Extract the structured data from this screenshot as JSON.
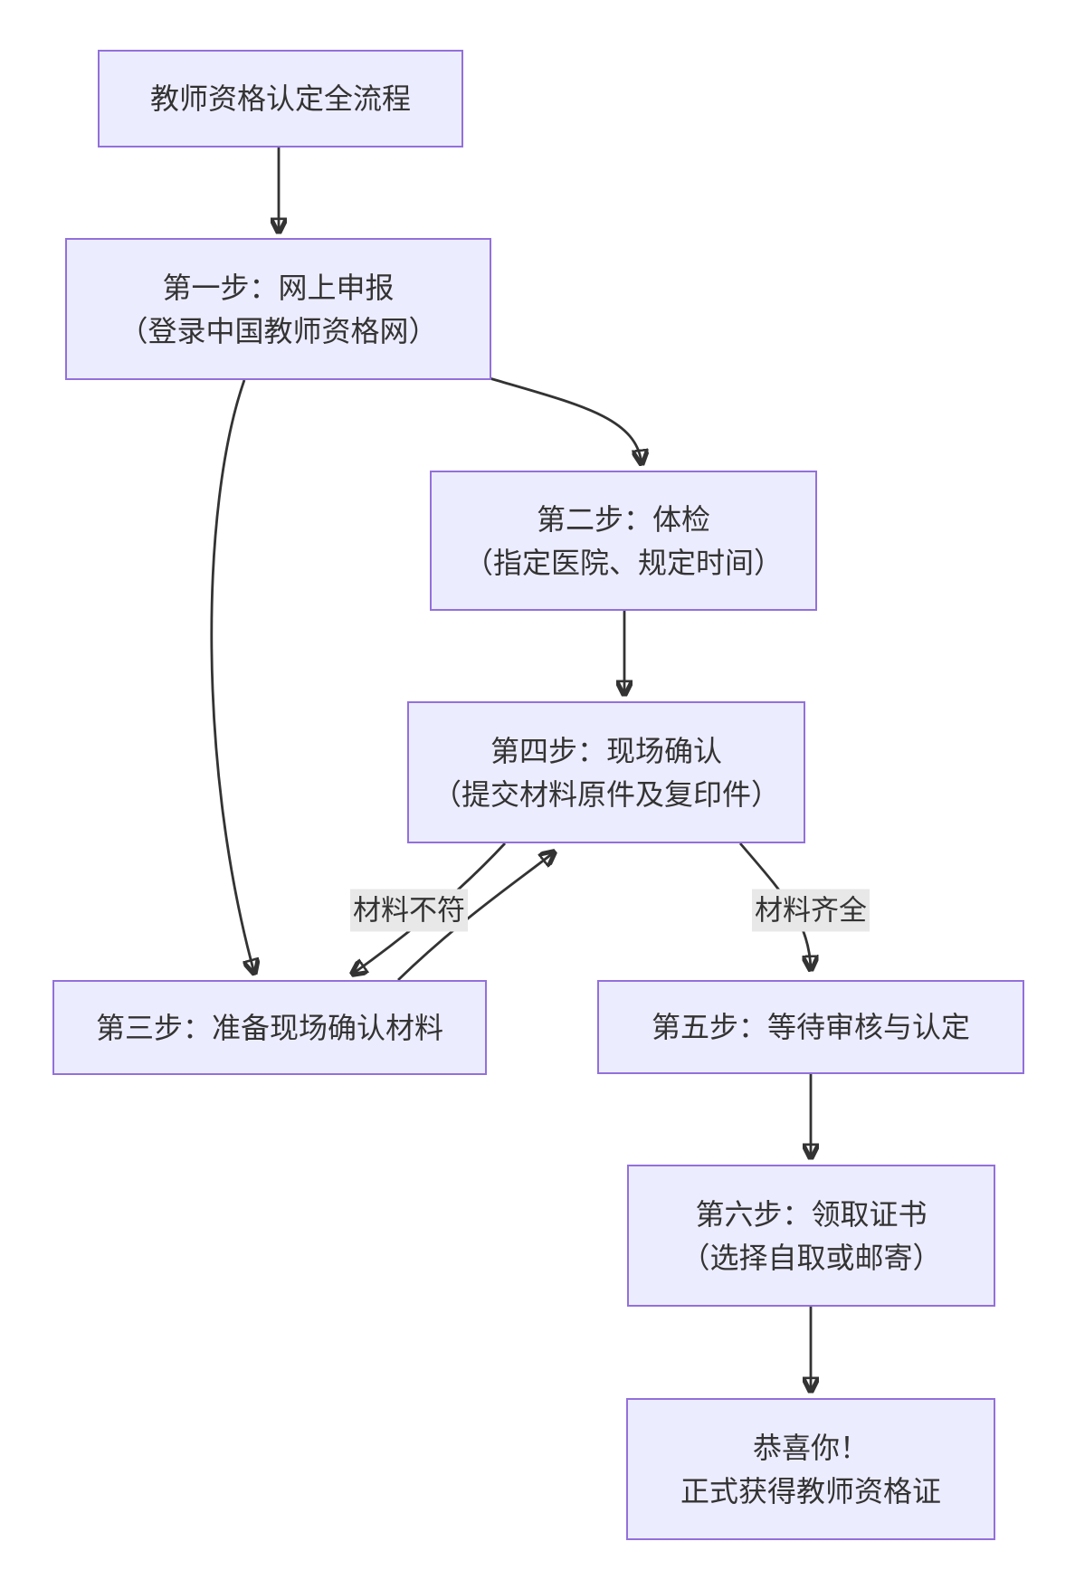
{
  "diagram": {
    "type": "flowchart",
    "direction": "top-down",
    "background": "#ffffff"
  },
  "colors": {
    "node_fill": "#ECECFF",
    "node_border": "#9370DB",
    "edge_stroke": "#333333",
    "edge_label_bg": "#e8e8e8",
    "text": "#333333"
  },
  "nodes": {
    "root": {
      "lines": [
        "教师资格认定全流程"
      ]
    },
    "step1": {
      "lines": [
        "第一步：网上申报",
        "（登录中国教师资格网）"
      ]
    },
    "step2": {
      "lines": [
        "第二步：体检",
        "（指定医院、规定时间）"
      ]
    },
    "step4": {
      "lines": [
        "第四步：现场确认",
        "（提交材料原件及复印件）"
      ]
    },
    "step3": {
      "lines": [
        "第三步：准备现场确认材料"
      ]
    },
    "step5": {
      "lines": [
        "第五步：等待审核与认定"
      ]
    },
    "step6": {
      "lines": [
        "第六步：领取证书",
        "（选择自取或邮寄）"
      ]
    },
    "final": {
      "lines": [
        "恭喜你！",
        "正式获得教师资格证"
      ]
    }
  },
  "edges": [
    {
      "from": "root",
      "to": "step1",
      "label": ""
    },
    {
      "from": "step1",
      "to": "step2",
      "label": ""
    },
    {
      "from": "step1",
      "to": "step3",
      "label": ""
    },
    {
      "from": "step2",
      "to": "step4",
      "label": ""
    },
    {
      "from": "step4",
      "to": "step3",
      "label": "材料不符"
    },
    {
      "from": "step3",
      "to": "step4",
      "label": ""
    },
    {
      "from": "step4",
      "to": "step5",
      "label": "材料齐全"
    },
    {
      "from": "step5",
      "to": "step6",
      "label": ""
    },
    {
      "from": "step6",
      "to": "final",
      "label": ""
    }
  ]
}
